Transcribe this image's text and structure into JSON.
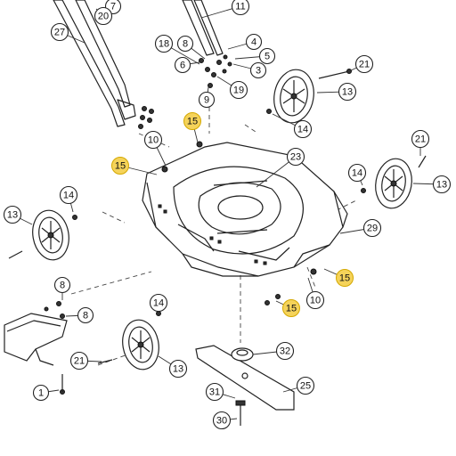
{
  "figure": {
    "callouts": [
      {
        "id": "c1",
        "label": "1",
        "highlight": false
      },
      {
        "id": "c3",
        "label": "3",
        "highlight": false
      },
      {
        "id": "c4",
        "label": "4",
        "highlight": false
      },
      {
        "id": "c5",
        "label": "5",
        "highlight": false
      },
      {
        "id": "c6",
        "label": "6",
        "highlight": false
      },
      {
        "id": "c7",
        "label": "7",
        "highlight": false
      },
      {
        "id": "c8a",
        "label": "8",
        "highlight": false
      },
      {
        "id": "c8b",
        "label": "8",
        "highlight": false
      },
      {
        "id": "c8c",
        "label": "8",
        "highlight": false
      },
      {
        "id": "c9",
        "label": "9",
        "highlight": false
      },
      {
        "id": "c10a",
        "label": "10",
        "highlight": false
      },
      {
        "id": "c10b",
        "label": "10",
        "highlight": false
      },
      {
        "id": "c11",
        "label": "11",
        "highlight": false
      },
      {
        "id": "c13a",
        "label": "13",
        "highlight": false
      },
      {
        "id": "c13b",
        "label": "13",
        "highlight": false
      },
      {
        "id": "c13c",
        "label": "13",
        "highlight": false
      },
      {
        "id": "c13d",
        "label": "13",
        "highlight": false
      },
      {
        "id": "c14a",
        "label": "14",
        "highlight": false
      },
      {
        "id": "c14b",
        "label": "14",
        "highlight": false
      },
      {
        "id": "c14c",
        "label": "14",
        "highlight": false
      },
      {
        "id": "c14d",
        "label": "14",
        "highlight": false
      },
      {
        "id": "c15a",
        "label": "15",
        "highlight": true
      },
      {
        "id": "c15b",
        "label": "15",
        "highlight": true
      },
      {
        "id": "c15c",
        "label": "15",
        "highlight": true
      },
      {
        "id": "c15d",
        "label": "15",
        "highlight": true
      },
      {
        "id": "c18",
        "label": "18",
        "highlight": false
      },
      {
        "id": "c19",
        "label": "19",
        "highlight": false
      },
      {
        "id": "c20",
        "label": "20",
        "highlight": false
      },
      {
        "id": "c21a",
        "label": "21",
        "highlight": false
      },
      {
        "id": "c21b",
        "label": "21",
        "highlight": false
      },
      {
        "id": "c21c",
        "label": "21",
        "highlight": false
      },
      {
        "id": "c23",
        "label": "23",
        "highlight": false
      },
      {
        "id": "c25",
        "label": "25",
        "highlight": false
      },
      {
        "id": "c27",
        "label": "27",
        "highlight": false
      },
      {
        "id": "c29",
        "label": "29",
        "highlight": false
      },
      {
        "id": "c30",
        "label": "30",
        "highlight": false
      },
      {
        "id": "c31",
        "label": "31",
        "highlight": false
      },
      {
        "id": "c32",
        "label": "32",
        "highlight": false
      }
    ],
    "colors": {
      "highlight": "#f5d35a",
      "line": "#222222",
      "background": "#ffffff"
    }
  }
}
